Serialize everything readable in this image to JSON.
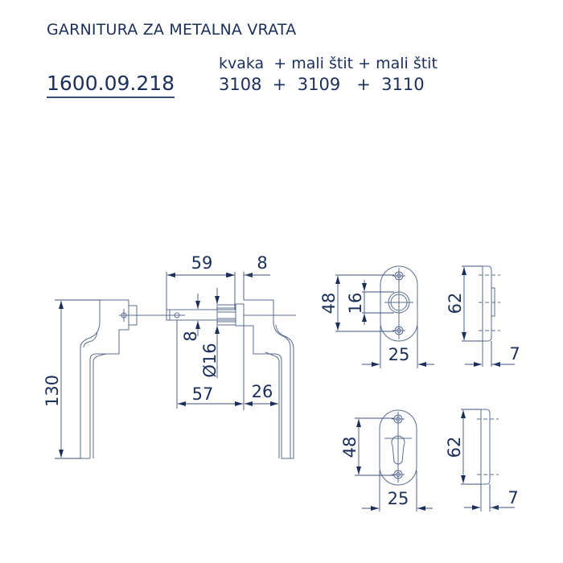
{
  "header": {
    "title": "GARNITURA ZA METALNA VRATA",
    "product_code": "1600.09.218",
    "parts_names": "kvaka  + mali štit + mali štit",
    "parts_codes": "3108  +  3109   +  3110"
  },
  "drawing": {
    "handle": {
      "height": "130",
      "spindle_length": "59",
      "gap": "8",
      "spindle_square": "8",
      "rose_diameter": "Ø16",
      "projection": "57",
      "lever_offset": "26"
    },
    "small_rose_top": {
      "hole_spacing": "48",
      "hole_diameter": "16",
      "width": "25",
      "height": "62",
      "thickness": "7"
    },
    "small_rose_bottom": {
      "hole_spacing": "48",
      "width": "25",
      "height": "62",
      "thickness": "7"
    }
  }
}
